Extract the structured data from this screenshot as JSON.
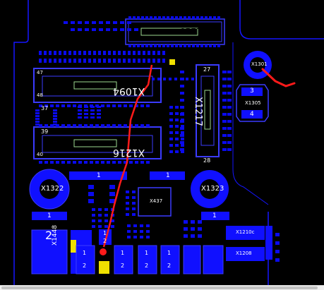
{
  "colors": {
    "background": "#000000",
    "outline": "#1515ff",
    "pad": "#0a0aee",
    "pad_light": "#3b3bff",
    "ring": "#1010ff",
    "highlight_trace": "#ff1a1a",
    "accent_pad": "#f0e000",
    "silkscreen": "#9cd98f",
    "white": "#ffffff",
    "black_text": "#000000"
  },
  "components": {
    "x1218": {
      "ref": "X1218"
    },
    "x1094": {
      "ref": "X1094"
    },
    "x1216": {
      "ref": "X1216"
    },
    "x1217": {
      "ref": "X1217"
    },
    "x1322": {
      "ref": "X1322"
    },
    "x1323": {
      "ref": "X1323"
    },
    "x1301": {
      "ref": "X1301"
    },
    "x1305": {
      "ref": "X1305"
    },
    "x1448": {
      "ref": "X1448"
    },
    "x1437": {
      "ref": "X437"
    },
    "x1210c": {
      "ref": "X1210c"
    },
    "x1208": {
      "ref": "X1208"
    }
  },
  "pin_numbers": {
    "p27": "27",
    "p28": "28",
    "p37": "37",
    "p39": "39",
    "p47": "47",
    "p48": "48",
    "p40": "40",
    "p1a": "1",
    "p1b": "1",
    "p1c": "1",
    "p1d": "1",
    "p2a": "2",
    "p3a": "3",
    "p4a": "4"
  },
  "small_labels": {
    "p1_small": "1",
    "p2_small": "2",
    "p1_b": "1",
    "p2_b": "2",
    "p1_c": "1",
    "p2_c": "2",
    "p1_d": "1",
    "p2_d": "2",
    "p1_e": "1",
    "p2_e": "2"
  },
  "scrollbar": {
    "visible": true
  }
}
